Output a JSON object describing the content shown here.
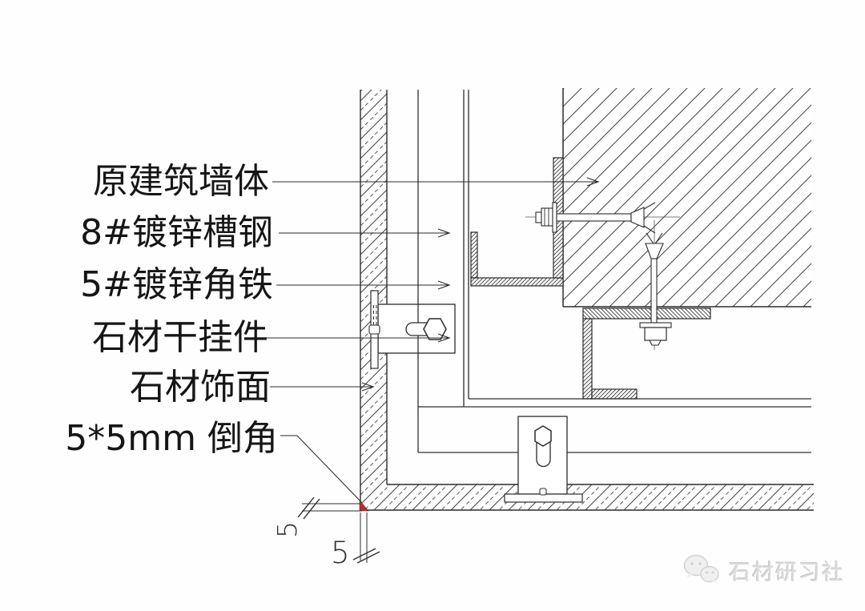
{
  "labels": {
    "wall": "原建筑墙体",
    "channel": "8#镀锌槽钢",
    "angle": "5#镀锌角铁",
    "anchor": "石材干挂件",
    "veneer": "石材饰面",
    "chamfer": "5*5mm 倒角"
  },
  "dimensions": {
    "chamfer_width": "5",
    "chamfer_height": "5"
  },
  "watermark": {
    "text": "石材研习社",
    "logo": "wechat-logo-icon"
  },
  "colors": {
    "line": "#2b2b2b",
    "hatch": "#474747",
    "chamfer_red": "#b03030",
    "watermark_gray": "#dadada"
  }
}
